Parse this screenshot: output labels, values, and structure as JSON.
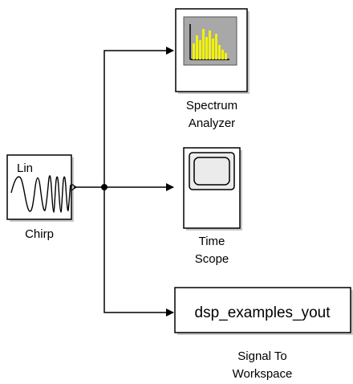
{
  "blocks": {
    "chirp": {
      "label": "Chirp",
      "icon_text": "Lin"
    },
    "spectrum_analyzer": {
      "label_line1": "Spectrum",
      "label_line2": "Analyzer"
    },
    "time_scope": {
      "label_line1": "Time",
      "label_line2": "Scope"
    },
    "signal_to_workspace": {
      "variable": "dsp_examples_yout",
      "label_line1": "Signal To",
      "label_line2": "Workspace"
    }
  },
  "colors": {
    "line": "#000000",
    "block_border": "#000000",
    "shadow": "#c8c8c8",
    "screen_bg": "#a8a8a8",
    "spectrum_bar": "#f2f200",
    "scope_panel": "#ebebeb"
  }
}
